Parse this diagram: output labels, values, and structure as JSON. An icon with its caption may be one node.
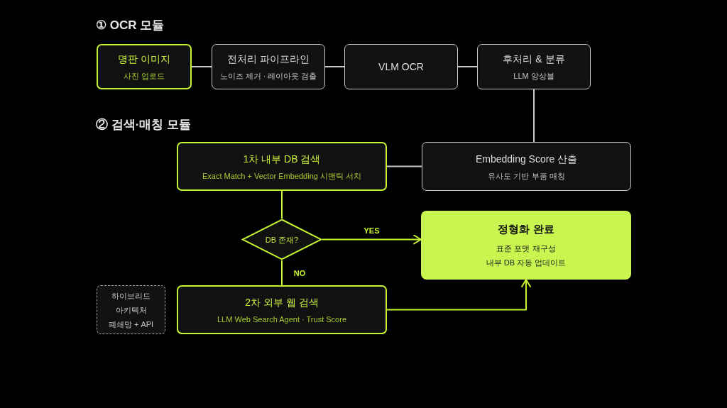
{
  "diagram": {
    "nodes": [
      {
        "text": [
          "명판 이미지",
          "사진 업로드"
        ]
      },
      {
        "text": [
          "전처리 파이프라인",
          "노이즈 제거 · 레이아웃 검출"
        ]
      },
      {
        "text": [
          "VLM OCR"
        ]
      },
      {
        "text": [
          "후처리 & 분류",
          "LLM 앙상블"
        ]
      },
      {
        "text": [
          "1차 내부 DB 검색",
          "Exact Match + Vector Embedding 시맨틱 서치"
        ]
      },
      {
        "text": [
          "Embedding Score 산출",
          "유사도 기반 부품 매칭"
        ]
      },
      {
        "text": [
          "DB 존재?"
        ]
      },
      {
        "text": [
          "정형화 완료",
          "표준 포맷 재구성",
          "내부 DB 자동 업데이트"
        ]
      },
      {
        "text": [
          "하이브리드 아키텍처",
          "폐쇄망 + API"
        ]
      },
      {
        "text": [
          "2차 외부 웹 검색",
          "LLM Web Search Agent · Trust Score"
        ]
      }
    ],
    "edges": [
      {
        "from": 0,
        "to": 1,
        "arrow": "none"
      },
      {
        "from": 1,
        "to": 2,
        "arrow": "none"
      },
      {
        "from": 2,
        "to": 3,
        "arrow": "none"
      },
      {
        "from": 3,
        "to": 5,
        "arrow": "none"
      },
      {
        "from": 5,
        "to": 4,
        "arrow": "none"
      },
      {
        "from": 4,
        "to": 6,
        "arrow": "none",
        "color": "#c6f432"
      },
      {
        "from": 6,
        "to": 7,
        "arrow": "to",
        "label": "YES",
        "color": "#c6f432"
      },
      {
        "from": 6,
        "to": 9,
        "arrow": "none",
        "label": "NO",
        "color": "#c6f432"
      },
      {
        "from": 9,
        "to": 7,
        "arrow": "to",
        "color": "#c6f432"
      }
    ],
    "labels": [
      "① OCR 모듈",
      "② 검색·매칭 모듈"
    ]
  }
}
